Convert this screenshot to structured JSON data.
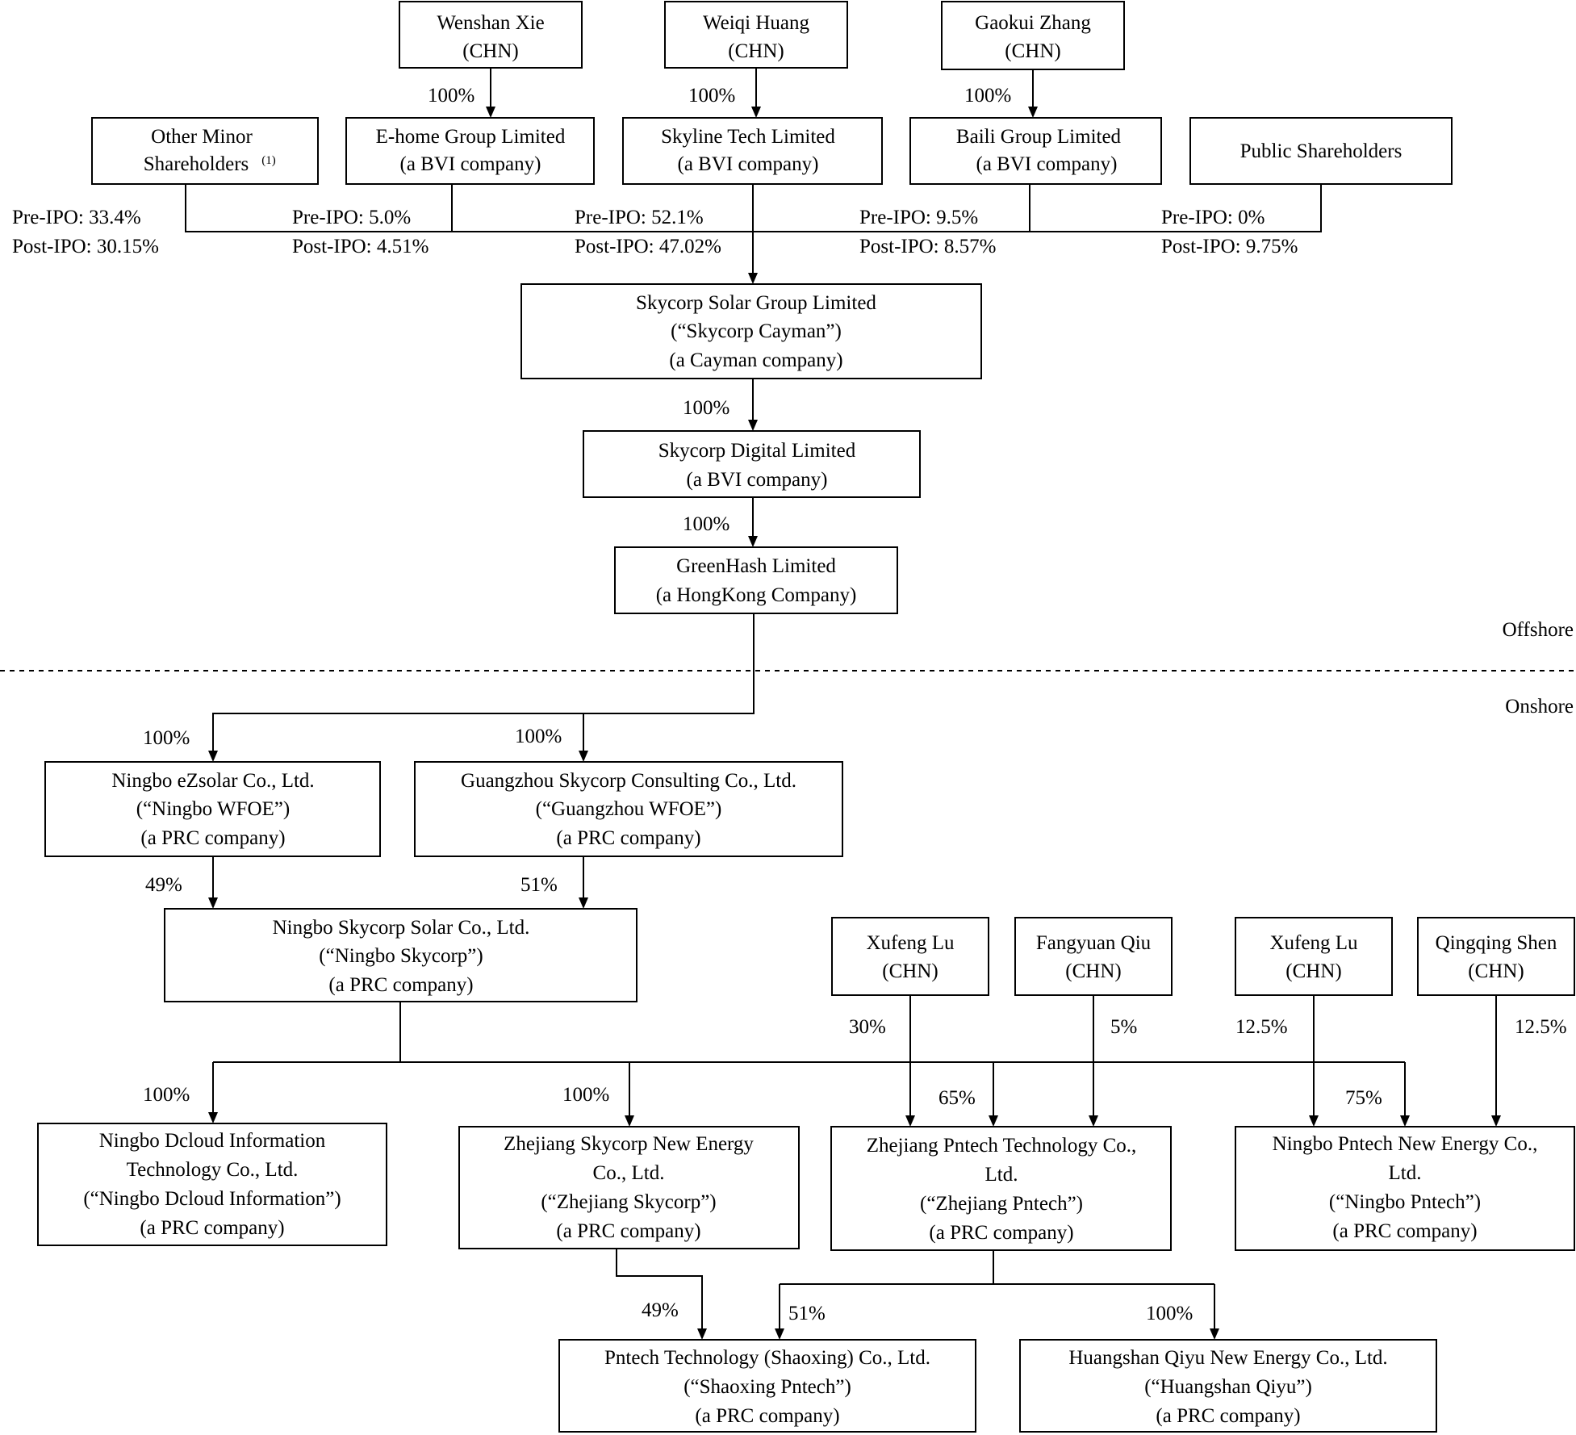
{
  "entities": {
    "wenshan_xie": [
      "Wenshan Xie",
      "(CHN)"
    ],
    "weiqi_huang": [
      "Weiqi Huang",
      "(CHN)"
    ],
    "gaokui_zhang": [
      "Gaokui Zhang",
      "(CHN)"
    ],
    "other_minor": [
      "Other Minor",
      "Shareholders"
    ],
    "other_minor_note": "(1)",
    "ehome": [
      "E-home Group Limited",
      "(a BVI company)"
    ],
    "skyline": [
      "Skyline Tech Limited",
      "(a BVI company)"
    ],
    "baili": [
      "Baili Group Limited",
      "(a BVI company)"
    ],
    "public": [
      "Public Shareholders"
    ],
    "skycorp_cayman": [
      "Skycorp Solar Group Limited",
      "(“Skycorp Cayman”)",
      "(a Cayman company)"
    ],
    "skycorp_digital": [
      "Skycorp Digital Limited",
      "(a BVI company)"
    ],
    "greenhash": [
      "GreenHash Limited",
      "(a HongKong Company)"
    ],
    "ningbo_wfoe": [
      "Ningbo eZsolar Co., Ltd.",
      "(“Ningbo WFOE”)",
      "(a PRC company)"
    ],
    "guangzhou_wfoe": [
      "Guangzhou Skycorp Consulting Co., Ltd.",
      "(“Guangzhou WFOE”)",
      "(a PRC company)"
    ],
    "ningbo_skycorp": [
      "Ningbo Skycorp Solar Co., Ltd.",
      "(“Ningbo Skycorp”)",
      "(a PRC company)"
    ],
    "xufeng_lu_1": [
      "Xufeng Lu",
      "(CHN)"
    ],
    "fangyuan_qiu": [
      "Fangyuan Qiu",
      "(CHN)"
    ],
    "xufeng_lu_2": [
      "Xufeng Lu",
      "(CHN)"
    ],
    "qingqing_shen": [
      "Qingqing Shen",
      "(CHN)"
    ],
    "ningbo_dcloud": [
      "Ningbo Dcloud Information",
      "Technology Co., Ltd.",
      "(“Ningbo Dcloud Information”)",
      "(a PRC company)"
    ],
    "zhejiang_skycorp": [
      "Zhejiang Skycorp New Energy",
      "Co., Ltd.",
      "(“Zhejiang Skycorp”)",
      "(a PRC company)"
    ],
    "zhejiang_pntech": [
      "Zhejiang Pntech Technology Co.,",
      "Ltd.",
      "(“Zhejiang Pntech”)",
      "(a PRC company)"
    ],
    "ningbo_pntech": [
      "Ningbo Pntech New Energy Co.,",
      "Ltd.",
      "(“Ningbo Pntech”)",
      "(a PRC company)"
    ],
    "shaoxing_pntech": [
      "Pntech Technology (Shaoxing) Co., Ltd.",
      "(“Shaoxing Pntech”)",
      "(a PRC company)"
    ],
    "huangshan_qiyu": [
      "Huangshan Qiyu New Energy Co., Ltd.",
      "(“Huangshan Qiyu”)",
      "(a PRC company)"
    ]
  },
  "labels": {
    "xie_ehome": "100%",
    "huang_skyline": "100%",
    "zhang_baili": "100%",
    "other_pre": "Pre-IPO: 33.4%",
    "other_post": "Post-IPO: 30.15%",
    "ehome_pre": "Pre-IPO: 5.0%",
    "ehome_post": "Post-IPO: 4.51%",
    "skyline_pre": "Pre-IPO: 52.1%",
    "skyline_post": "Post-IPO: 47.02%",
    "baili_pre": "Pre-IPO: 9.5%",
    "baili_post": "Post-IPO: 8.57%",
    "public_pre": "Pre-IPO: 0%",
    "public_post": "Post-IPO: 9.75%",
    "cayman_digital": "100%",
    "digital_greenhash": "100%",
    "offshore": "Offshore",
    "onshore": "Onshore",
    "greenhash_ningbo_wfoe": "100%",
    "greenhash_guangzhou_wfoe": "100%",
    "ningbo_wfoe_skycorp": "49%",
    "guangzhou_wfoe_skycorp": "51%",
    "skycorp_dcloud": "100%",
    "skycorp_zhejiang_skycorp": "100%",
    "skycorp_zhejiang_pntech": "65%",
    "skycorp_ningbo_pntech": "75%",
    "lu1_zhejiang_pntech": "30%",
    "qiu_zhejiang_pntech": "5%",
    "lu2_ningbo_pntech": "12.5%",
    "shen_ningbo_pntech": "12.5%",
    "zhejiang_skycorp_shaoxing": "49%",
    "zhejiang_pntech_shaoxing": "51%",
    "zhejiang_pntech_huangshan": "100%"
  }
}
